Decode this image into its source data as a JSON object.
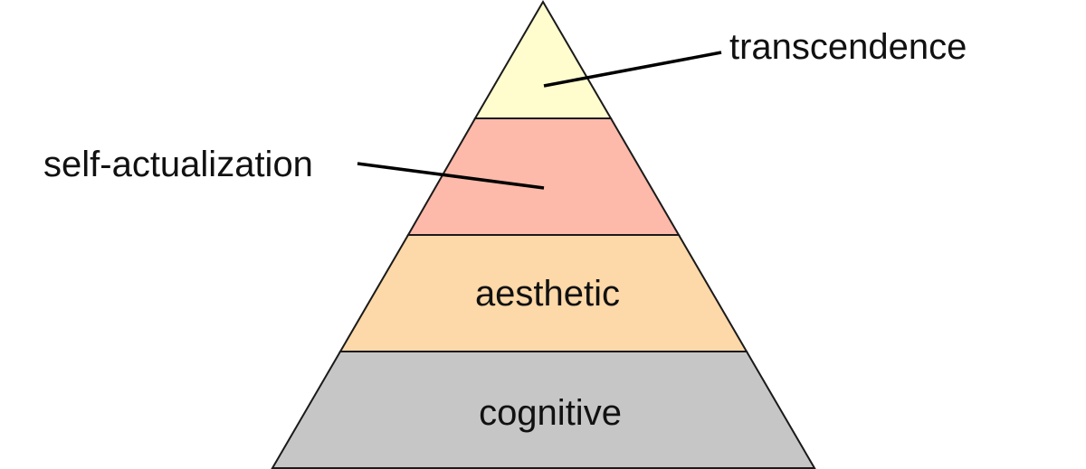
{
  "diagram": {
    "tiers": [
      {
        "id": "transcendence",
        "label": "",
        "color": "#FFFCCE"
      },
      {
        "id": "self-actualization",
        "label": "",
        "color": "#FDB9A9"
      },
      {
        "id": "aesthetic",
        "label": "aesthetic",
        "color": "#FDD8A8"
      },
      {
        "id": "cognitive",
        "label": "cognitive",
        "color": "#C6C6C6"
      }
    ],
    "callouts": [
      {
        "id": "transcendence",
        "label": "transcendence"
      },
      {
        "id": "self-actualization",
        "label": "self-actualization"
      }
    ]
  }
}
